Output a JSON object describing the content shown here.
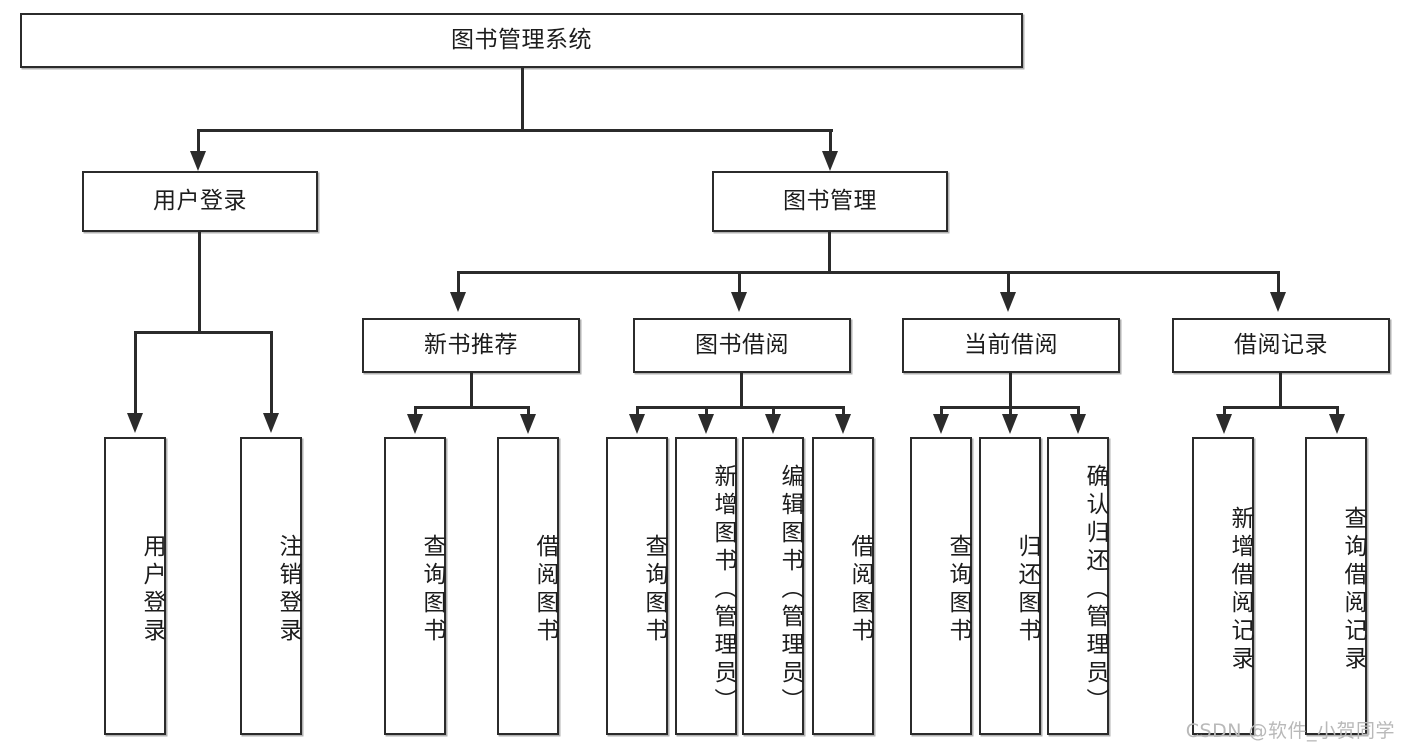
{
  "diagram": {
    "title_node": {
      "label": "图书管理系统"
    },
    "level2": [
      {
        "label": "用户登录"
      },
      {
        "label": "图书管理"
      }
    ],
    "level3": [
      {
        "label": "新书推荐"
      },
      {
        "label": "图书借阅"
      },
      {
        "label": "当前借阅"
      },
      {
        "label": "借阅记录"
      }
    ],
    "leaves": {
      "user_login": [
        {
          "label": "用户登录"
        },
        {
          "label": "注销登录"
        }
      ],
      "new_book_recommend": [
        {
          "label": "查询图书"
        },
        {
          "label": "借阅图书"
        }
      ],
      "book_borrow": [
        {
          "label": "查询图书"
        },
        {
          "label": "新增图书（管理员）"
        },
        {
          "label": "编辑图书（管理员）"
        },
        {
          "label": "借阅图书"
        }
      ],
      "current_borrow": [
        {
          "label": "查询图书"
        },
        {
          "label": "归还图书"
        },
        {
          "label": "确认归还（管理员）"
        }
      ],
      "borrow_records": [
        {
          "label": "新增借阅记录"
        },
        {
          "label": "查询借阅记录"
        }
      ]
    }
  },
  "watermark": {
    "text": "CSDN @软件_小贺同学"
  },
  "colors": {
    "stroke": "#2b2b2b",
    "fill": "#ffffff",
    "text": "#1c1c1c",
    "watermark": "#b9b9b9"
  }
}
